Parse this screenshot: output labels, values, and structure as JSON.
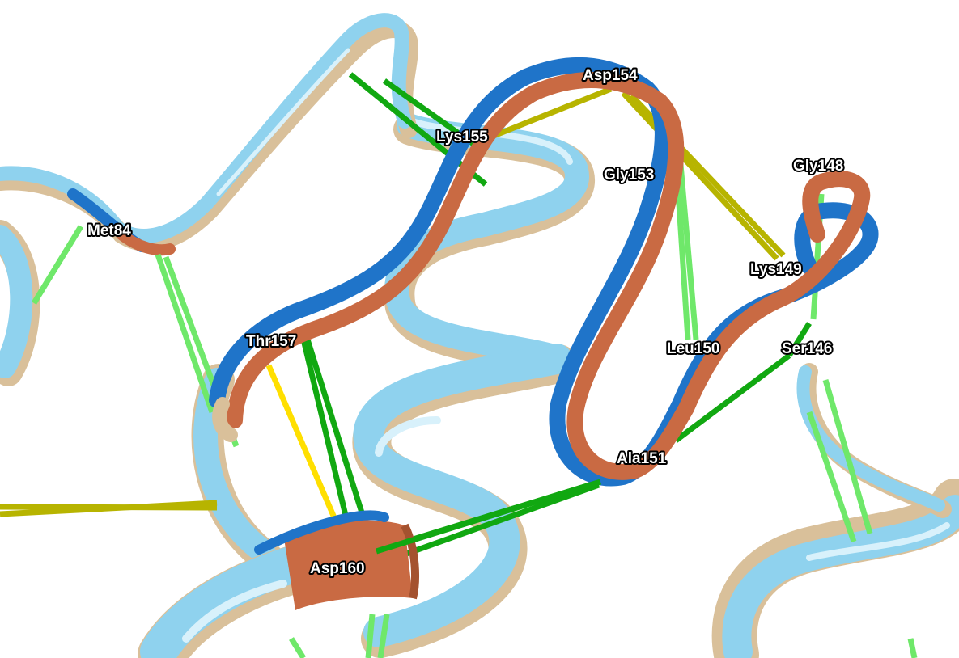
{
  "colors": {
    "ribbon_light_blue": "#8fd2ee",
    "ribbon_light_blue_highlight": "#d8f1fb",
    "ribbon_tan": "#d9c09a",
    "ribbon_tan_highlight": "#f1e5d0",
    "ribbon_blue": "#1f74c9",
    "ribbon_orange": "#c96a43",
    "hbond_light_green": "#6fe86a",
    "hbond_green": "#11a811",
    "hbond_olive": "#b7b400",
    "hbond_yellow": "#ffdf00",
    "label_fill": "#ffffff",
    "label_outline": "#000000"
  },
  "labels": {
    "asp154": "Asp154",
    "lys155": "Lys155",
    "gly153": "Gly153",
    "gly148": "Gly148",
    "met84": "Met84",
    "lys149": "Lys149",
    "thr157": "Thr157",
    "leu150": "Leu150",
    "ser146": "Ser146",
    "ala151": "Ala151",
    "asp160": "Asp160"
  }
}
